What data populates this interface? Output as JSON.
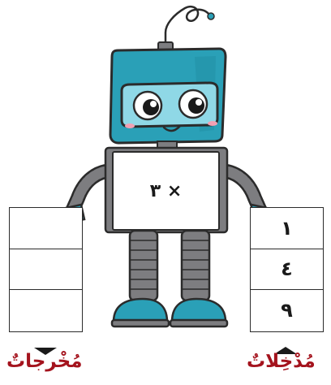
{
  "machine": {
    "operation": "× ٣"
  },
  "inputs": {
    "label": "مُدْخِلاتٌ",
    "values": [
      "١",
      "٤",
      "٩"
    ]
  },
  "outputs": {
    "label": "مُخْرجاتٌ",
    "values": [
      "",
      "",
      ""
    ]
  },
  "colors": {
    "robot_teal": "#2aa0b7",
    "robot_dark": "#1d6f82",
    "robot_gray": "#7d7d80",
    "label_red": "#a4131d"
  }
}
